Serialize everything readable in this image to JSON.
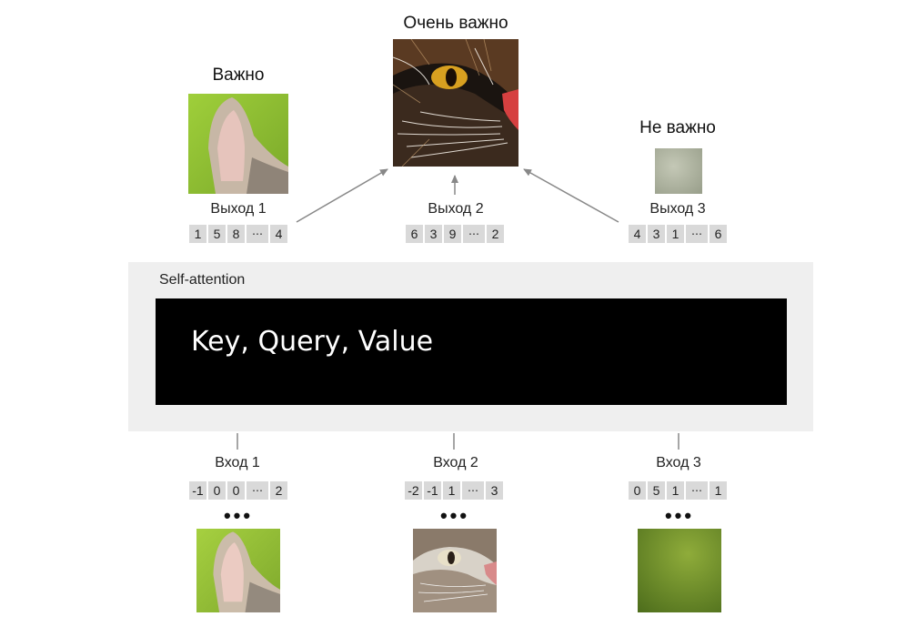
{
  "outputs": [
    {
      "importance": "Важно",
      "label": "Выход 1",
      "vector": [
        "1",
        "5",
        "8",
        "⋯",
        "4"
      ],
      "image": "kitten-ear"
    },
    {
      "importance": "Очень важно",
      "label": "Выход 2",
      "vector": [
        "6",
        "3",
        "9",
        "⋯",
        "2"
      ],
      "image": "kitten-face-highcontrast"
    },
    {
      "importance": "Не важно",
      "label": "Выход 3",
      "vector": [
        "4",
        "3",
        "1",
        "⋯",
        "6"
      ],
      "image": "blurry-background"
    }
  ],
  "self_attention": {
    "title": "Self-attention",
    "formula": "Key, Query, Value"
  },
  "inputs": [
    {
      "label": "Вход 1",
      "vector": [
        "-1",
        "0",
        "0",
        "⋯",
        "2"
      ],
      "dots": "•••",
      "image": "kitten-ear"
    },
    {
      "label": "Вход 2",
      "vector": [
        "-2",
        "-1",
        "1",
        "⋯",
        "3"
      ],
      "dots": "•••",
      "image": "kitten-face"
    },
    {
      "label": "Вход 3",
      "vector": [
        "0",
        "5",
        "1",
        "⋯",
        "1"
      ],
      "dots": "•••",
      "image": "green-background"
    }
  ],
  "colors": {
    "panel": "#efefef",
    "box": "#000000",
    "cell": "#d9d9d9",
    "arrow": "#888888"
  }
}
